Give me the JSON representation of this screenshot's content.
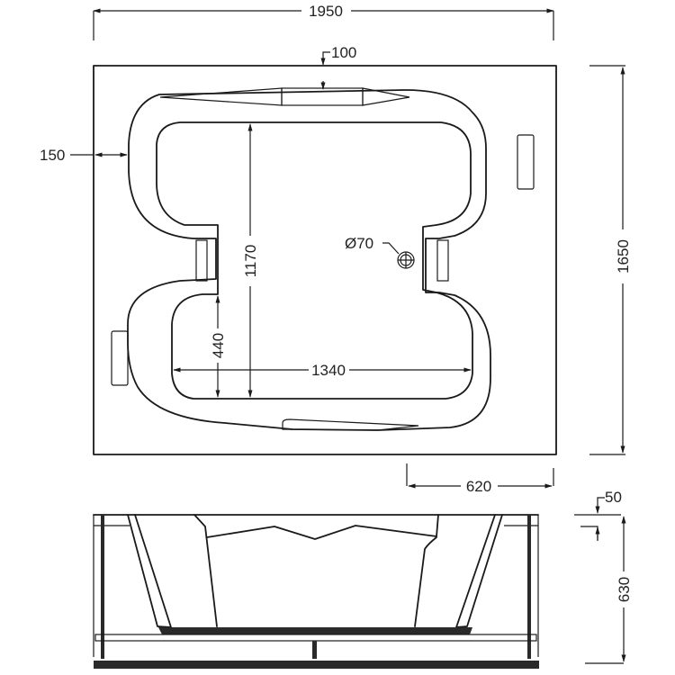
{
  "drawing": {
    "title": "Double bathtub technical drawing",
    "views": [
      "plan-view",
      "side-elevation"
    ],
    "line_color": "#1a1a1a",
    "background": "#ffffff"
  },
  "dimensions": {
    "overall_length": "1950",
    "overall_width": "1650",
    "rim_top": "100",
    "rim_side": "150",
    "inner_length": "1340",
    "inner_width": "1170",
    "seat_depth": "440",
    "drain_diameter": "Ø70",
    "drain_offset": "620",
    "rim_height": "50",
    "total_height": "630"
  }
}
